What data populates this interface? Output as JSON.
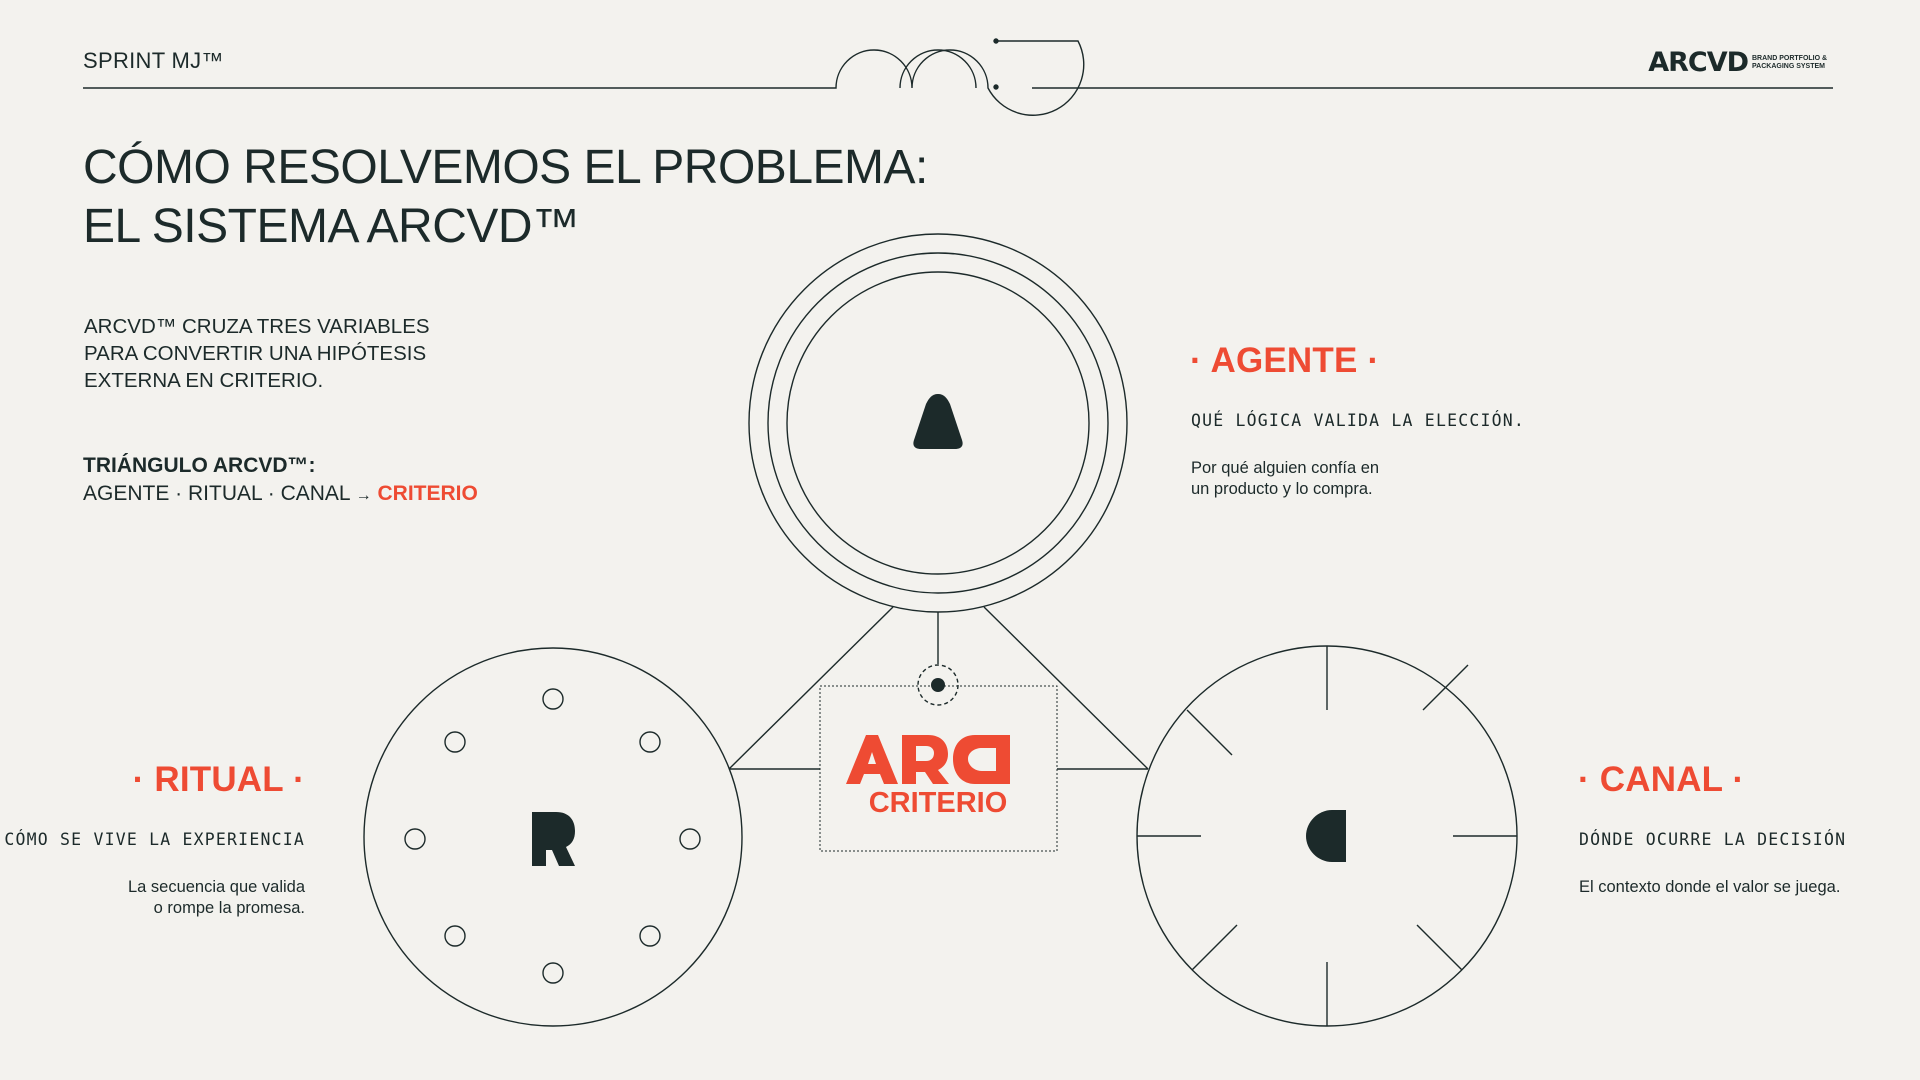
{
  "header": {
    "label": "SPRINT MJ™",
    "brand_logo": "ARCVD",
    "brand_sub": "BRAND PORTFOLIO & PACKAGING SYSTEM"
  },
  "title": {
    "line1": "CÓMO RESOLVEMOS EL PROBLEMA:",
    "line2": "EL SISTEMA ARCVD™"
  },
  "intro": {
    "line1": "ARCVD™ CRUZA TRES VARIABLES",
    "line2": "PARA CONVERTIR UNA HIPÓTESIS",
    "line3": "EXTERNA EN CRITERIO."
  },
  "triangle": {
    "title": "TRIÁNGULO ARCVD™:",
    "sequence": "AGENTE · RITUAL · CANAL",
    "arrow": "→",
    "result": "CRITERIO"
  },
  "agente": {
    "title": "· AGENTE ·",
    "caps": "QUÉ LÓGICA VALIDA LA ELECCIÓN.",
    "desc_line1": "Por qué alguien confía en",
    "desc_line2": "un producto y lo compra.",
    "glyph": "A"
  },
  "ritual": {
    "title": "· RITUAL ·",
    "caps": "CÓMO SE VIVE LA EXPERIENCIA",
    "desc_line1": "La secuencia que valida",
    "desc_line2": "o rompe la promesa.",
    "glyph": "R"
  },
  "canal": {
    "title": "· CANAL ·",
    "caps": "DÓNDE OCURRE LA DECISIÓN",
    "desc_line1": "El contexto donde el valor se juega.",
    "glyph": "C"
  },
  "center": {
    "logo": "ARC",
    "label": "CRITERIO"
  },
  "colors": {
    "accent": "#ee4b33",
    "ink": "#1c2a2a",
    "background": "#f3f2ee"
  }
}
